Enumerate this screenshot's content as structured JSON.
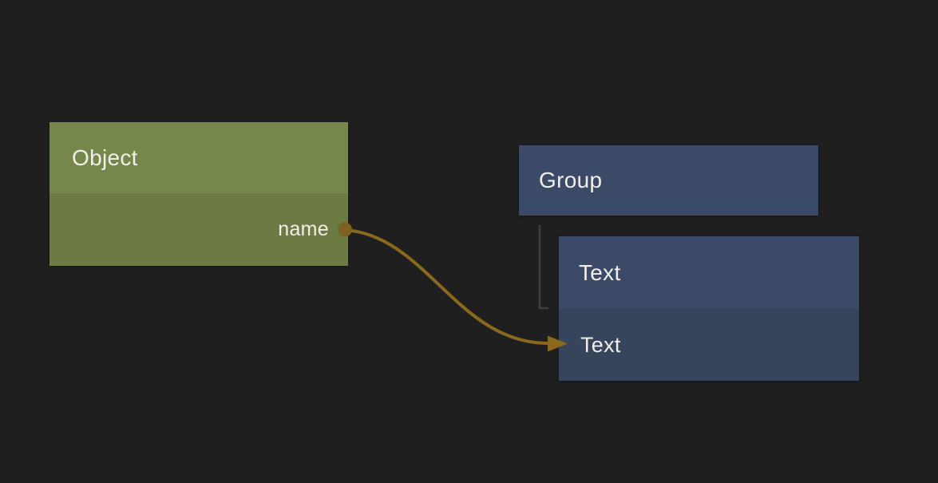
{
  "canvas": {
    "background": "#1f1f1f",
    "text_color": "#f2efe8"
  },
  "nodes": {
    "object": {
      "title": "Object",
      "header_color": "#75874b",
      "body_color": "#6c7a43",
      "output_port": {
        "label": "name",
        "dot_color": "#7d611f"
      }
    },
    "group": {
      "title": "Group",
      "header_color": "#3b4a67"
    },
    "text": {
      "title": "Text",
      "header_color": "#3b4a67",
      "body_color": "#36445c",
      "row_label": "Text"
    }
  },
  "connection": {
    "from": "Object.name",
    "to": "Text.Text",
    "color": "#8a691e"
  },
  "hierarchy_line": {
    "color": "#3e3e3e"
  }
}
